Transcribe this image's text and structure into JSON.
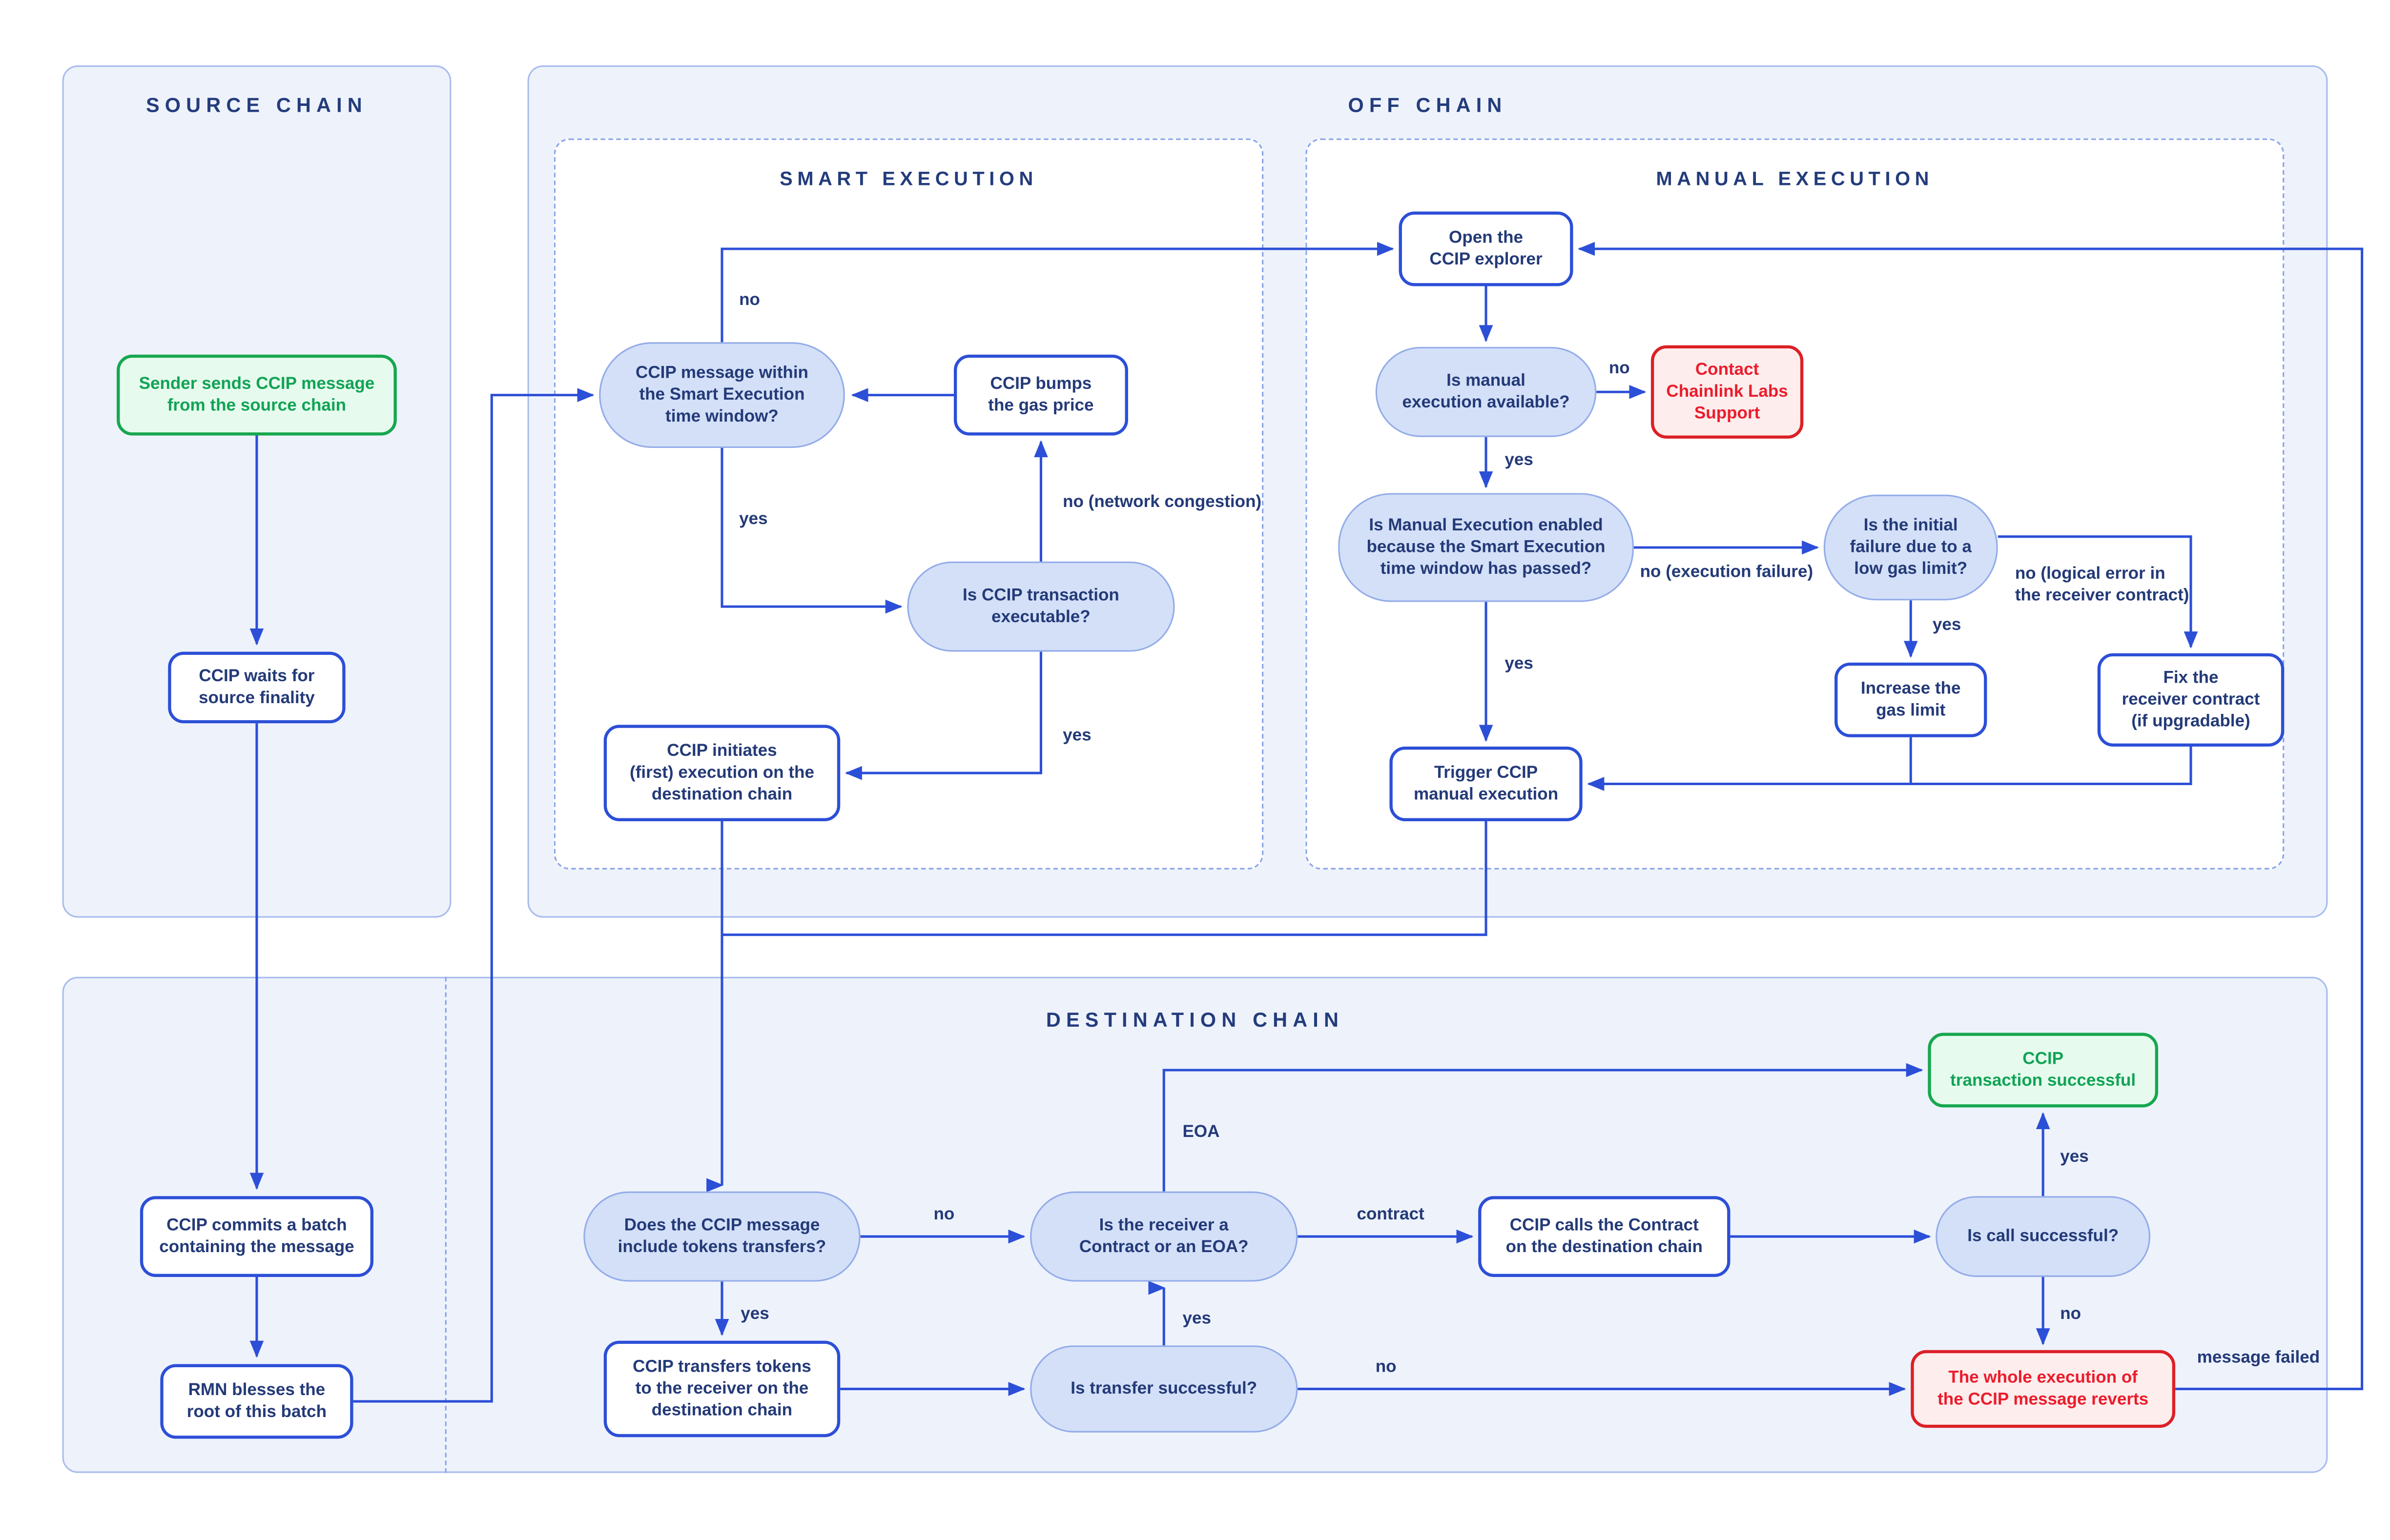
{
  "panels": {
    "source": "SOURCE CHAIN",
    "offchain": "OFF CHAIN",
    "smart": "SMART EXECUTION",
    "manual": "MANUAL EXECUTION",
    "destination": "DESTINATION CHAIN"
  },
  "nodes": {
    "sender": "Sender sends CCIP message\nfrom the source chain",
    "waits": "CCIP waits for\nsource finality",
    "commits": "CCIP commits a batch\ncontaining the message",
    "rmn": "RMN blesses the\nroot of this batch",
    "within_window": "CCIP message within\nthe Smart Execution\ntime window?",
    "bumps": "CCIP bumps\nthe gas price",
    "executable": "Is CCIP transaction\nexecutable?",
    "initiates": "CCIP initiates\n(first) execution on the\ndestination chain",
    "open_explorer": "Open the\nCCIP explorer",
    "manual_available": "Is manual\nexecution available?",
    "contact": "Contact\nChainlink Labs\nSupport",
    "manual_enabled": "Is Manual Execution enabled\nbecause the Smart Execution\ntime window has passed?",
    "initial_failure": "Is the initial\nfailure due to a\nlow gas limit?",
    "increase_gas": "Increase the\ngas limit",
    "fix_receiver": "Fix the\nreceiver contract\n(if upgradable)",
    "trigger": "Trigger CCIP\nmanual execution",
    "include_tokens": "Does the CCIP message\ninclude tokens transfers?",
    "receiver_type": "Is the receiver a\nContract or an EOA?",
    "calls_contract": "CCIP calls the Contract\non the destination chain",
    "call_successful": "Is call successful?",
    "tx_successful": "CCIP\ntransaction successful",
    "transfers_tokens": "CCIP transfers tokens\nto the receiver on the\ndestination chain",
    "transfer_successful": "Is transfer successful?",
    "reverts": "The whole execution of\nthe CCIP message reverts"
  },
  "labels": {
    "smart_no": "no",
    "smart_yes": "yes",
    "congestion": "no (network congestion)",
    "executable_yes": "yes",
    "available_no": "no",
    "available_yes": "yes",
    "enabled_no": "no (execution failure)",
    "enabled_yes": "yes",
    "failure_yes": "yes",
    "failure_no": "no (logical error in\nthe receiver contract)",
    "tokens_no": "no",
    "tokens_yes": "yes",
    "transfer_yes": "yes",
    "transfer_no": "no",
    "receiver_contract": "contract",
    "receiver_eoa": "EOA",
    "call_yes": "yes",
    "call_no": "no",
    "message_failed": "message failed"
  },
  "colors": {
    "accent_blue": "#2c4fd7",
    "navy_text": "#243a78",
    "panel_fill": "#eef2fb",
    "panel_border": "#a8bcee",
    "pill_fill": "#d3e0f8",
    "success_green": "#12a355",
    "error_red": "#dc2026"
  }
}
